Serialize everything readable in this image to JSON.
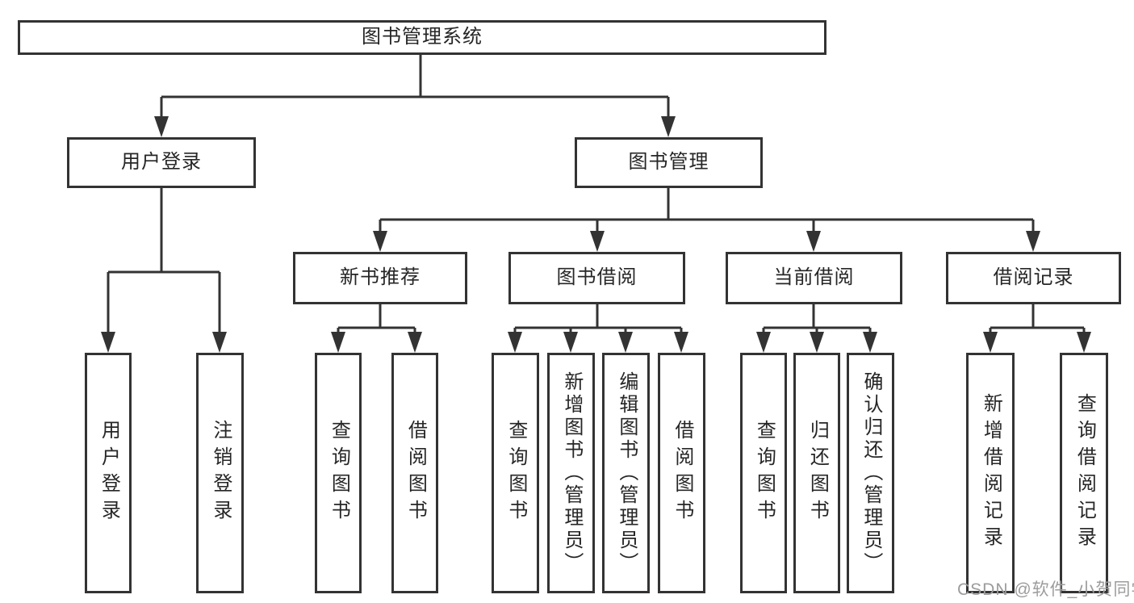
{
  "root": {
    "label": "图书管理系统"
  },
  "user_login": {
    "label": "用户登录",
    "children": [
      {
        "label": "用户登录"
      },
      {
        "label": "注销登录"
      }
    ]
  },
  "book_mgmt": {
    "label": "图书管理",
    "sections": [
      {
        "label": "新书推荐",
        "children": [
          {
            "label": "查询图书"
          },
          {
            "label": "借阅图书"
          }
        ]
      },
      {
        "label": "图书借阅",
        "children": [
          {
            "label": "查询图书"
          },
          {
            "label": "新增图书（管理员）"
          },
          {
            "label": "编辑图书（管理员）"
          },
          {
            "label": "借阅图书"
          }
        ]
      },
      {
        "label": "当前借阅",
        "children": [
          {
            "label": "查询图书"
          },
          {
            "label": "归还图书"
          },
          {
            "label": "确认归还（管理员）"
          }
        ]
      },
      {
        "label": "借阅记录",
        "children": [
          {
            "label": "新增借阅记录"
          },
          {
            "label": "查询借阅记录"
          }
        ]
      }
    ]
  },
  "watermark": "CSDN @软件_小贺同学",
  "colors": {
    "line": "#333333",
    "text": "#262626",
    "box_background": "#ffffff",
    "watermark": "#9c9c9c"
  }
}
